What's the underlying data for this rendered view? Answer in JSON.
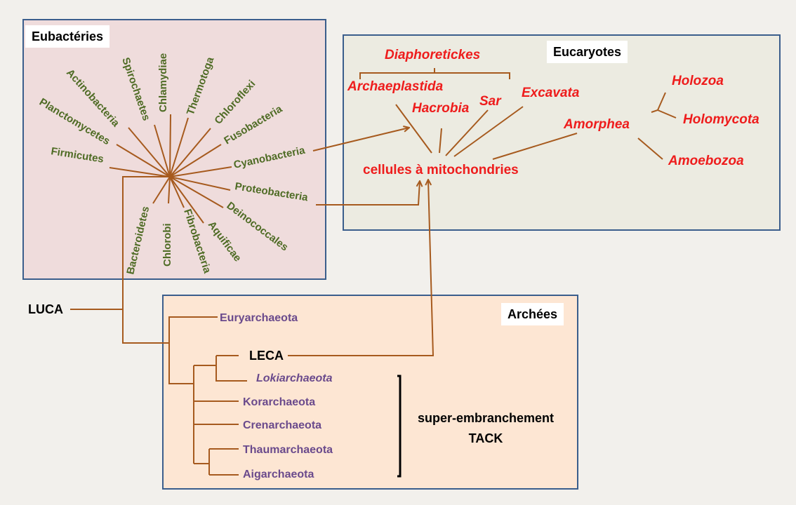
{
  "boxes": {
    "eubacteries": "Eubactéries",
    "eucaryotes": "Eucaryotes",
    "archees": "Archées"
  },
  "colors": {
    "branch": "#a65a1e",
    "bacteria_text": "#4e6b24",
    "eukaryote_text": "#ee1c1c",
    "archaea_text": "#6a4a8c",
    "box_border": "#3b5e8c"
  },
  "bacteria": [
    "Firmicutes",
    "Planctomycetes",
    "Actinobacteria",
    "Spirochaetes",
    "Chlamydiae",
    "Thermotoga",
    "Chloroflexi",
    "Fusobacteria",
    "Cyanobacteria",
    "Proteobacteria",
    "Deinococcales",
    "Aquificae",
    "Fibrobacteria",
    "Chlorobi",
    "Bacteroidetes"
  ],
  "eukaryotes": {
    "diaphoretickes": "Diaphoretickes",
    "archaeplastida": "Archaeplastida",
    "hacrobia": "Hacrobia",
    "sar": "Sar",
    "excavata": "Excavata",
    "amorphea": "Amorphea",
    "holozoa": "Holozoa",
    "holomycota": "Holomycota",
    "amoebozoa": "Amoebozoa",
    "mitochondria": "cellules à mitochondries"
  },
  "archaea": {
    "euryarchaeota": "Euryarchaeota",
    "leca": "LECA",
    "lokiarchaeota": "Lokiarchaeota",
    "korarchaeota": "Korarchaeota",
    "crenarchaeota": "Crenarchaeota",
    "thaumarchaeota": "Thaumarchaeota",
    "aigarchaeota": "Aigarchaeota"
  },
  "luca": "LUCA",
  "tack": {
    "line1": "super-embranchement",
    "line2": "TACK"
  }
}
